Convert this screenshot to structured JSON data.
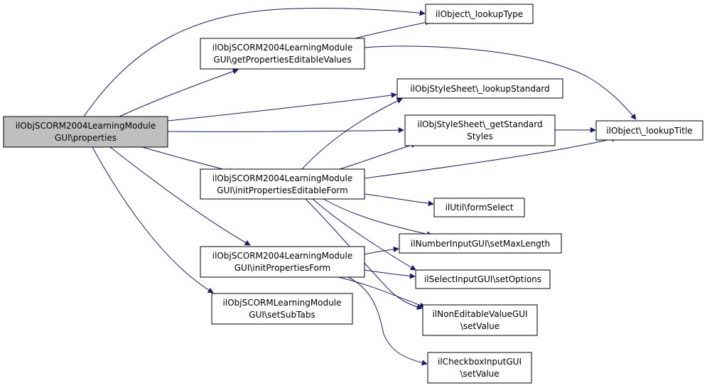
{
  "colors": {
    "edge": "#191970",
    "root_fill": "#bfbfbf",
    "node_fill": "#ffffff",
    "border": "#000000"
  },
  "nodes": {
    "root": {
      "lines": [
        "ilObjSCORM2004LearningModule",
        "GUI\\properties"
      ]
    },
    "getProps": {
      "lines": [
        "ilObjSCORM2004LearningModule",
        "GUI\\getPropertiesEditableValues"
      ]
    },
    "initEdit": {
      "lines": [
        "ilObjSCORM2004LearningModule",
        "GUI\\initPropertiesEditableForm"
      ]
    },
    "initForm": {
      "lines": [
        "ilObjSCORM2004LearningModule",
        "GUI\\initPropertiesForm"
      ]
    },
    "subTabs": {
      "lines": [
        "ilObjSCORMLearningModule",
        "GUI\\setSubTabs"
      ]
    },
    "lookupType": {
      "lines": [
        "ilObject\\_lookupType"
      ]
    },
    "lookupStd": {
      "lines": [
        "ilObjStyleSheet\\_lookupStandard"
      ]
    },
    "getStd": {
      "lines": [
        "ilObjStyleSheet\\_getStandard",
        "Styles"
      ]
    },
    "lookupTitle": {
      "lines": [
        "ilObject\\_lookupTitle"
      ]
    },
    "formSelect": {
      "lines": [
        "ilUtil\\formSelect"
      ]
    },
    "setMaxLen": {
      "lines": [
        "ilNumberInputGUI\\setMaxLength"
      ]
    },
    "setOptions": {
      "lines": [
        "ilSelectInputGUI\\setOptions"
      ]
    },
    "nonEdit": {
      "lines": [
        "ilNonEditableValueGUI",
        "\\setValue"
      ]
    },
    "checkbox": {
      "lines": [
        "ilCheckboxInputGUI",
        "\\setValue"
      ]
    }
  }
}
